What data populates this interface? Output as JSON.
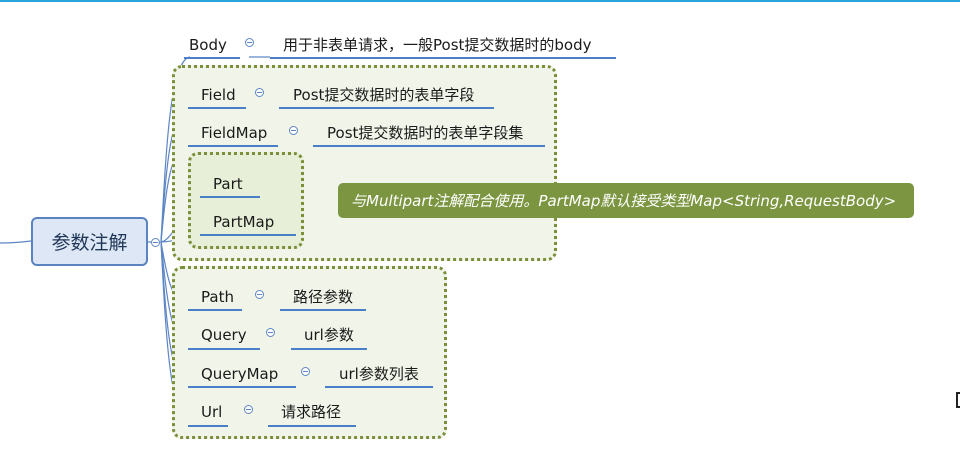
{
  "root": {
    "label": "参数注解"
  },
  "top_node": {
    "label": "Body",
    "desc": "用于非表单请求，一般Post提交数据时的body"
  },
  "group1": {
    "items": [
      {
        "label": "Field",
        "desc": "Post提交数据时的表单字段"
      },
      {
        "label": "FieldMap",
        "desc": "Post提交数据时的表单字段集"
      }
    ],
    "subgroup": {
      "items": [
        {
          "label": "Part"
        },
        {
          "label": "PartMap"
        }
      ],
      "callout": "与Multipart注解配合使用。PartMap默认接受类型Map<String,RequestBody>"
    }
  },
  "group2": {
    "items": [
      {
        "label": "Path",
        "desc": "路径参数"
      },
      {
        "label": "Query",
        "desc": "url参数"
      },
      {
        "label": "QueryMap",
        "desc": "url参数列表"
      },
      {
        "label": "Url",
        "desc": "请求路径"
      }
    ]
  },
  "colors": {
    "group_border": "#7a8f3a",
    "group_fill": "#f1f5e9",
    "underline": "#4a7fc8",
    "callout": "#7b9540",
    "root_fill": "#dde7f5"
  }
}
